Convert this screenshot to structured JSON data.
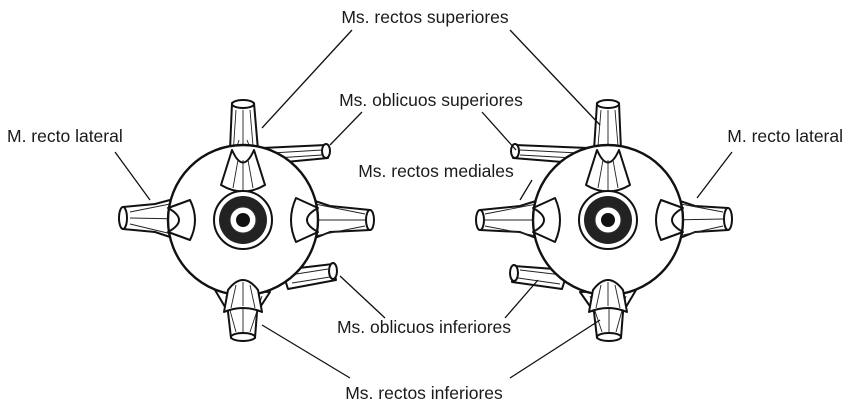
{
  "labels": {
    "superior_recti": "Ms. rectos superiores",
    "superior_obliques": "Ms. oblicuos superiores",
    "lateral_rectus_left": "M. recto lateral",
    "lateral_rectus_right": "M. recto lateral",
    "medial_recti": "Ms. rectos mediales",
    "inferior_obliques": "Ms. oblicuos inferiores",
    "inferior_recti": "Ms. rectos inferiores"
  }
}
